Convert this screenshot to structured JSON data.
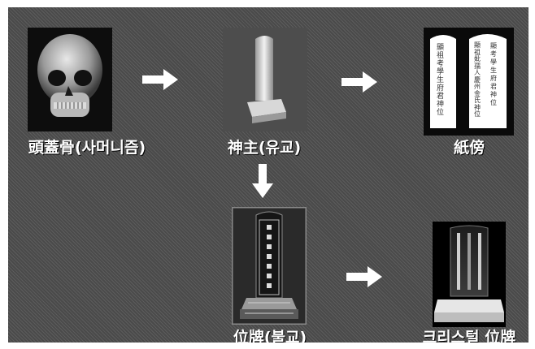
{
  "labels": {
    "skull": "頭蓋骨(사머니즘)",
    "shinju": "神主(유교)",
    "jibang": "紙傍",
    "wipae_buddhist": "位牌(불교)",
    "wipae_crystal": "크리스털 位牌"
  },
  "jibang_text": {
    "left_col1": "顯祖考學生府君神位",
    "left_col2": "",
    "right_col1": "顯祖妣孺人慶州金氏神位",
    "right_col2": "顯考學生府君神位"
  },
  "icons": {
    "arrow": "right-arrow",
    "down_arrow": "down-arrow"
  },
  "colors": {
    "background": "#4a4a4a",
    "caption": "#ffffff",
    "arrow": "#ffffff"
  }
}
